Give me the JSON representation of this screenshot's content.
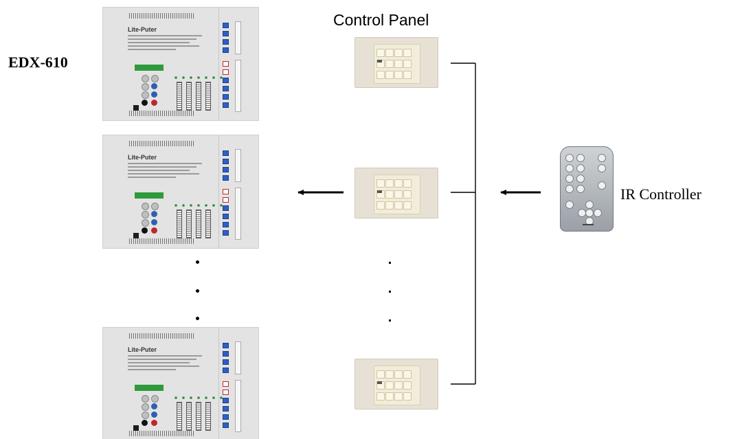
{
  "labels": {
    "edx": "EDX-610",
    "control_panel": "Control Panel",
    "ir_controller": "IR Controller"
  },
  "dimmer_pack": {
    "brand": "Lite-Puter",
    "count_shown": 3
  },
  "control_panel": {
    "count_shown": 3
  },
  "colors": {
    "line": "#000000",
    "lcd": "#2f9a3c",
    "breaker": "#2e5fc9",
    "panel": "#e6e1d4"
  },
  "icons": {
    "ellipsis_packs": "vertical-ellipsis-icon",
    "ellipsis_panels": "vertical-ellipsis-icon",
    "arrow_to_packs": "arrow-left-icon",
    "arrow_from_remote": "arrow-left-icon",
    "remote": "ir-remote-icon"
  }
}
